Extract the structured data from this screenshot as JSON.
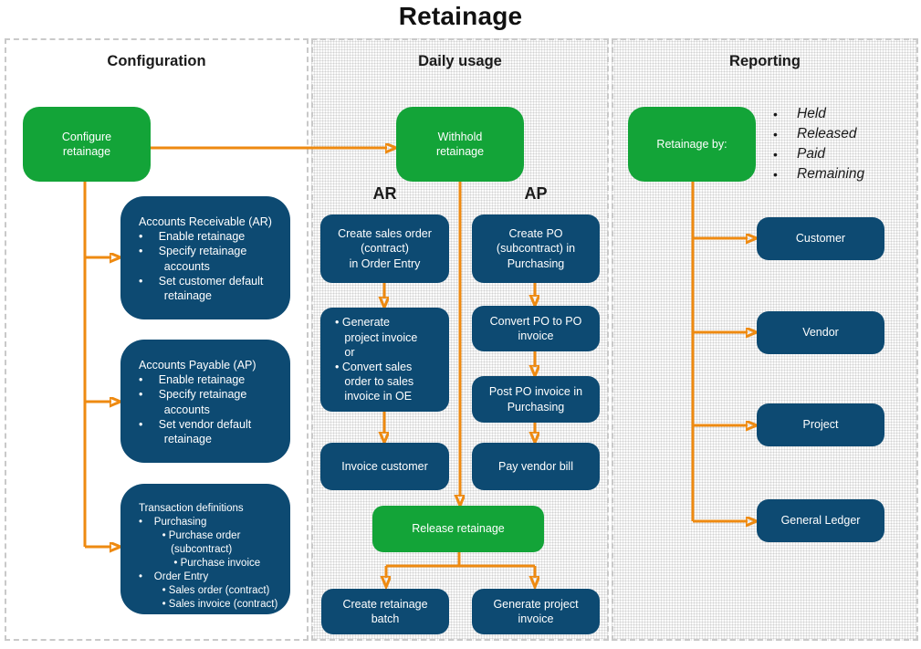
{
  "title": "Retainage",
  "colors": {
    "green": "#13A438",
    "dark_blue": "#0D4A72",
    "arrow_orange": "#EE8A11",
    "panel_border": "#C9C9C9",
    "text_dark": "#1A1A1A"
  },
  "configuration": {
    "title": "Configuration",
    "configure": "Configure\nretainage",
    "accounts_receivable": "Accounts Receivable (AR)\n•     Enable retainage\n•     Specify retainage\n        accounts\n•     Set customer default\n        retainage",
    "accounts_payable": "Accounts Payable (AP)\n•     Enable retainage\n•     Specify retainage\n        accounts\n•     Set vendor default\n        retainage",
    "transaction_definitions": "Transaction definitions\n•    Purchasing\n        • Purchase order\n           (subcontract)\n            • Purchase invoice\n•    Order Entry\n        • Sales order (contract)\n        • Sales invoice (contract)"
  },
  "daily_usage": {
    "title": "Daily usage",
    "withhold": "Withhold\nretainage",
    "ar_label": "AR",
    "ap_label": "AP",
    "ar_steps": [
      "Create sales order\n(contract)\nin Order Entry",
      "• Generate\n   project invoice\n   or\n• Convert sales\n   order to sales\n   invoice in OE",
      "Invoice customer"
    ],
    "ap_steps": [
      "Create PO\n(subcontract) in\nPurchasing",
      "Convert PO to PO\ninvoice",
      "Post PO invoice in\nPurchasing",
      "Pay vendor bill"
    ],
    "release": "Release retainage",
    "outputs": [
      "Create retainage\nbatch",
      "Generate project\ninvoice"
    ]
  },
  "reporting": {
    "title": "Reporting",
    "retainage_by": "Retainage by:",
    "metrics": [
      "Held",
      "Released",
      "Paid",
      "Remaining"
    ],
    "targets": [
      "Customer",
      "Vendor",
      "Project",
      "General Ledger"
    ]
  }
}
